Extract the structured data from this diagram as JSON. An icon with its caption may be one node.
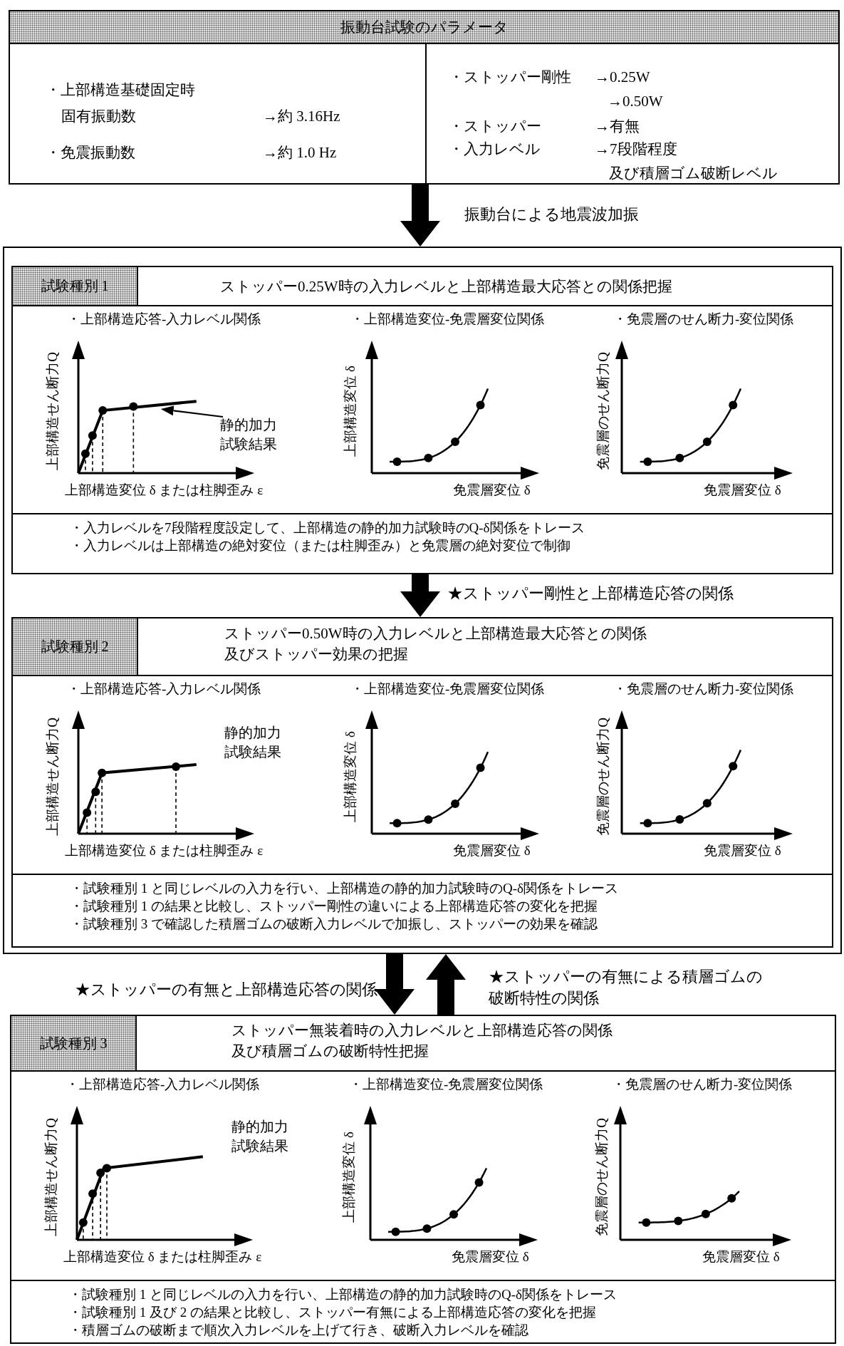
{
  "diagram": {
    "nodes": [
      {
        "text": [
          "振動台試験のパラメータ"
        ]
      },
      {
        "text": [
          "・上部構造基礎固定時固有振動数",
          "→約 3.16Hz",
          "・免震振動数",
          "→約 1.0 Hz"
        ],
        "in": 0
      },
      {
        "text": [
          "・ストッパー剛性",
          "→0.25W",
          "→0.50W",
          "・ストッパー",
          "→有無",
          "・入力レベル",
          "→7段階程度",
          "及び積層ゴム破断レベル"
        ],
        "in": 0
      },
      {
        "text": [],
        "shape": "box"
      },
      {
        "text": [
          "試験種別 1",
          "ストッパー0.25W時の入力レベルと上部構造最大応答との関係把握",
          "・入力レベルを7段階程度設定して、上部構造の静的加力試験時のQ-δ関係をトレース",
          "・入力レベルは上部構造の絶対変位（または柱脚歪み）と免震層の絶対変位で制御"
        ],
        "in": 3
      },
      {
        "text": [
          "静的加力試験結果"
        ],
        "in": 4
      },
      {
        "text": [
          "試験種別 2",
          "ストッパー0.50W時の入力レベルと上部構造最大応答との関係及びストッパー効果の把握",
          "・試験種別 1 と同じレベルの入力を行い、上部構造の静的加力試験時のQ-δ関係をトレース",
          "・試験種別 1 の結果と比較し、ストッパー剛性の違いによる上部構造応答の変化を把握",
          "・試験種別 3 で確認した積層ゴムの破断入力レベルで加振し、ストッパーの効果を確認"
        ],
        "in": 3
      },
      {
        "text": [
          "試験種別 3",
          "ストッパー無装着時の入力レベルと上部構造応答の関係及び積層ゴムの破断特性把握",
          "・試験種別 1 と同じレベルの入力を行い、上部構造の静的加力試験時のQ-δ関係をトレース",
          "・試験種別 1 及び 2 の結果と比較し、ストッパー有無による上部構造応答の変化を把握",
          "・積層ゴムの破断まで順次入力レベルを上げて行き、破断入力レベルを確認"
        ]
      }
    ],
    "edges": [
      {
        "from": 0,
        "to": 3,
        "arrow": "to",
        "label": "振動台による地震波加振"
      },
      {
        "from": 4,
        "to": 6,
        "arrow": "to",
        "label": "★ストッパー剛性と上部構造応答の関係"
      },
      {
        "from": 3,
        "to": 7,
        "arrow": "to",
        "label": "★ストッパーの有無と上部構造応答の関係"
      },
      {
        "from": 7,
        "to": 3,
        "arrow": "to",
        "label": "★ストッパーの有無による積層ゴムの破断特性の関係"
      },
      {
        "from": 5,
        "to": null,
        "arrow": "to"
      }
    ],
    "labels": [
      "・上部構造応答-入力レベル関係",
      "上部構造せん断力Q",
      "上部構造変位 δ または柱脚歪み ε",
      "・上部構造変位-免震層変位関係",
      "上部構造変位 δ",
      "免震層変位 δ",
      "・免震層のせん断力-変位関係",
      "免震層のせん断力Q",
      "免震層変位 δ",
      "・上部構造応答-入力レベル関係",
      "上部構造せん断力Q",
      "上部構造変位 δ または柱脚歪み ε",
      "静的加力試験結果",
      "・上部構造変位-免震層変位関係",
      "上部構造変位 δ",
      "免震層変位 δ",
      "・免震層のせん断力-変位関係",
      "免震層のせん断力Q",
      "免震層変位 δ",
      "・上部構造応答-入力レベル関係",
      "上部構造せん断力Q",
      "上部構造変位 δ または柱脚歪み ε",
      "静的加力試験結果",
      "・上部構造変位-免震層変位関係",
      "上部構造変位 δ",
      "免震層変位 δ",
      "・免震層のせん断力-変位関係",
      "免震層のせん断力Q",
      "免震層変位 δ"
    ]
  }
}
